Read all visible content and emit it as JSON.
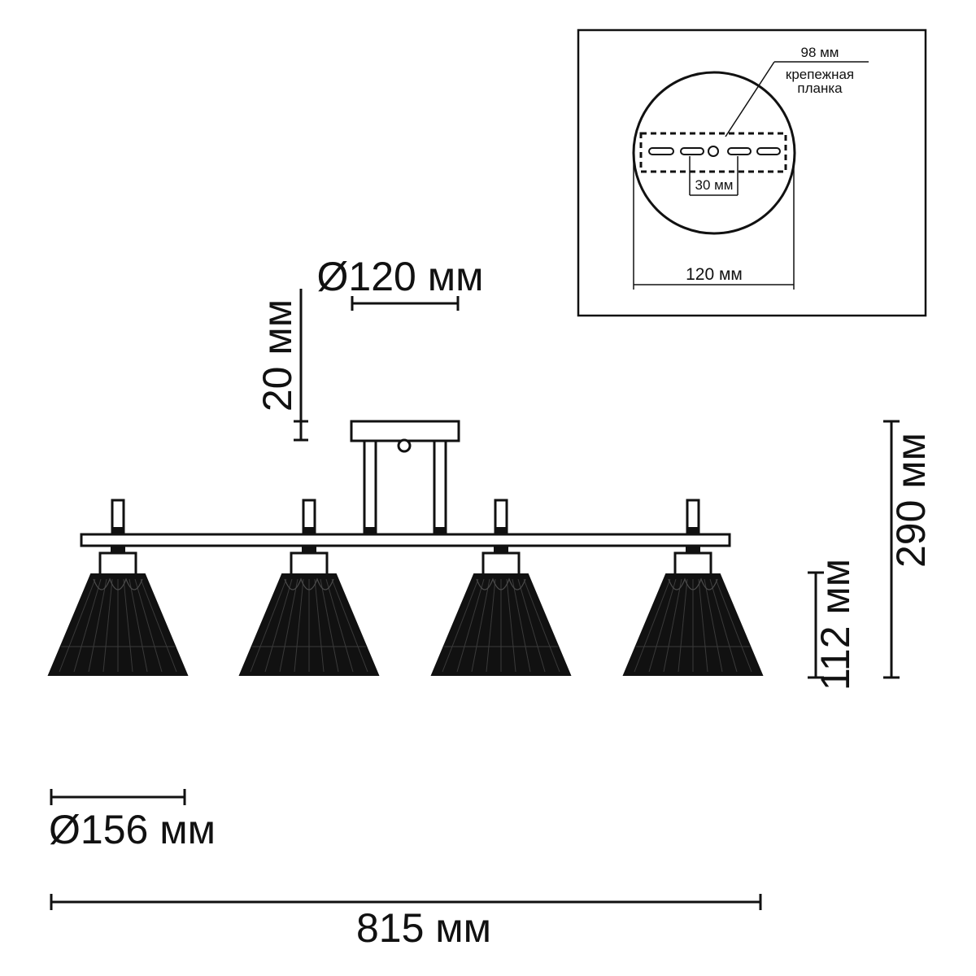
{
  "dimensions": {
    "canopy_diameter": "Ø120 мм",
    "canopy_height": "20 мм",
    "total_height": "290 мм",
    "shade_height": "112 мм",
    "shade_diameter": "Ø156 мм",
    "total_length": "815 мм"
  },
  "inset": {
    "bracket_length": "98 мм",
    "bracket_label_line1": "крепежная",
    "bracket_label_line2": "планка",
    "hole_spacing": "30 мм",
    "plate_diameter": "120 мм"
  },
  "colors": {
    "ink": "#111111",
    "shade": "#111111",
    "background": "#ffffff"
  },
  "lamp_count": 4
}
